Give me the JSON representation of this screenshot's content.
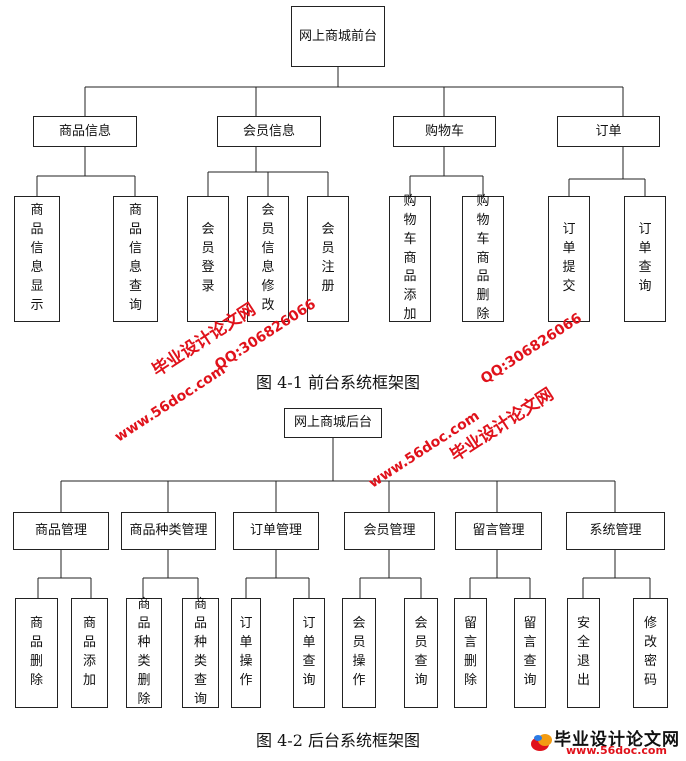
{
  "front": {
    "root": "网上商城前台",
    "modules": [
      {
        "label": "商品信息",
        "children": [
          "商品信息显示",
          "商品信息查询"
        ]
      },
      {
        "label": "会员信息",
        "children": [
          "会员登录",
          "会员信息修改",
          "会员注册"
        ]
      },
      {
        "label": "购物车",
        "children": [
          "购物车商品添加",
          "购物车商品删除"
        ]
      },
      {
        "label": "订单",
        "children": [
          "订单提交",
          "订单查询"
        ]
      }
    ],
    "caption": "图 4-1  前台系统框架图"
  },
  "back": {
    "root": "网上商城后台",
    "modules": [
      {
        "label": "商品管理",
        "children": [
          "商品删除",
          "商品添加"
        ]
      },
      {
        "label": "商品种类管理",
        "children": [
          "商品种类删除",
          "商品种类查询"
        ]
      },
      {
        "label": "订单管理",
        "children": [
          "订单操作",
          "订单查询"
        ]
      },
      {
        "label": "会员管理",
        "children": [
          "会员操作",
          "会员查询"
        ]
      },
      {
        "label": "留言管理",
        "children": [
          "留言删除",
          "留言查询"
        ]
      },
      {
        "label": "系统管理",
        "children": [
          "安全退出",
          "修改密码"
        ]
      }
    ],
    "caption": "图 4-2  后台系统框架图"
  },
  "watermarks": {
    "site_name": "毕业设计论文网",
    "site_url": "www.56doc.com",
    "qq": "QQ:306826066"
  },
  "logo": {
    "title": "毕业设计论文网",
    "url": "www.56doc.com"
  },
  "colors": {
    "watermark_red": "#e0121b",
    "line": "#222222"
  }
}
